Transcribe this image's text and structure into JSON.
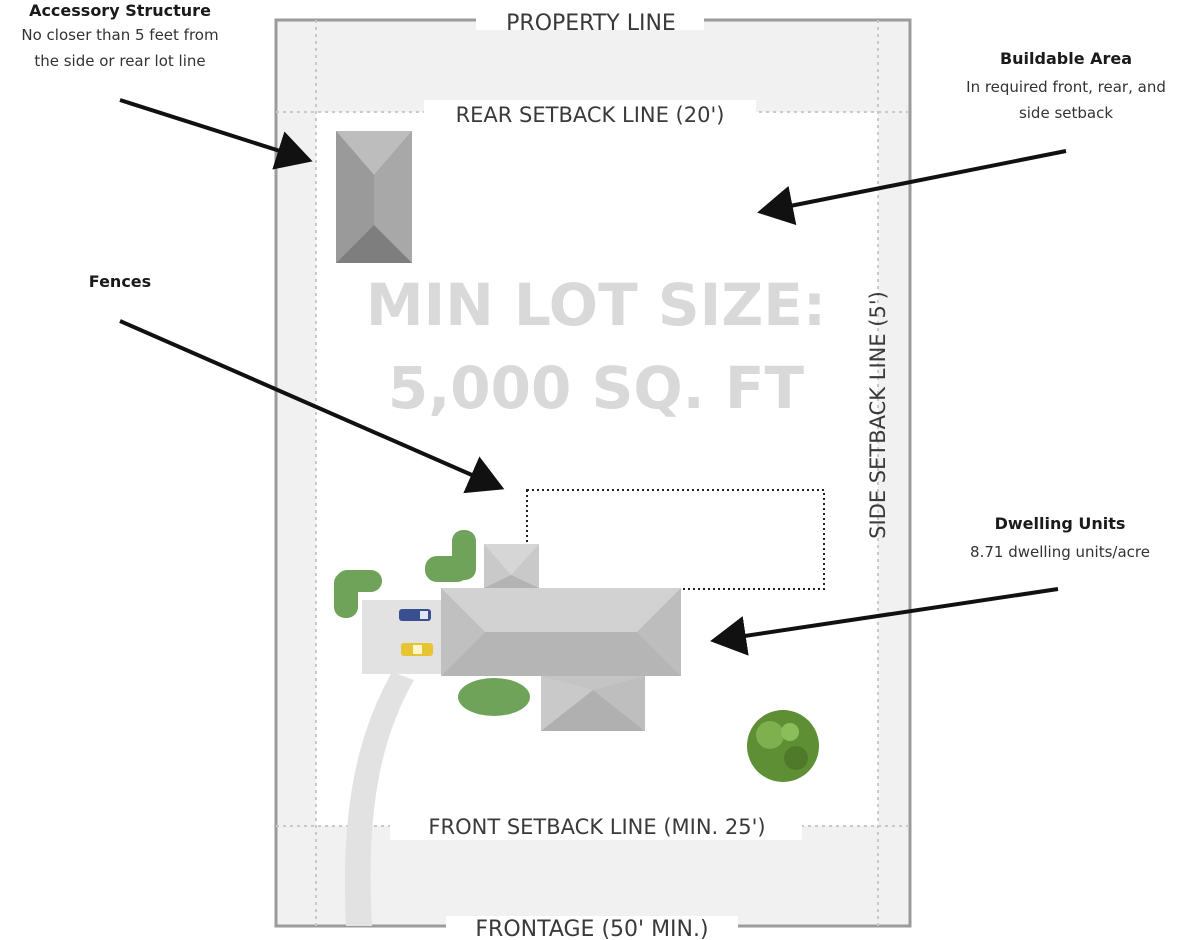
{
  "lot": {
    "property_line_label": "PROPERTY LINE",
    "rear_setback_label": "REAR SETBACK LINE (20')",
    "side_setback_label": "SIDE SETBACK LINE (5')",
    "front_setback_label": "FRONT SETBACK LINE (MIN. 25')",
    "frontage_label": "FRONTAGE (50' MIN.)",
    "min_lot_size_line1": "MIN LOT SIZE:",
    "min_lot_size_line2": "5,000 SQ. FT"
  },
  "annotations": {
    "accessory": {
      "title": "Accessory Structure",
      "desc_line1": "No closer than 5 feet from",
      "desc_line2": "the side or rear lot line"
    },
    "buildable": {
      "title": "Buildable Area",
      "desc_line1": "In required front, rear, and",
      "desc_line2": "side setback"
    },
    "fences": {
      "title": "Fences"
    },
    "dwelling": {
      "title": "Dwelling Units",
      "desc_line1": "8.71 dwelling units/acre"
    }
  },
  "colors": {
    "setback_fill": "#f1f1f1",
    "buildable_fill": "#ffffff",
    "border": "#9b9b9b",
    "roof_light": "#d2d2d2",
    "roof_mid": "#bdbdbd",
    "roof_dark": "#a8a8a8",
    "shed": "#8f8f8f",
    "hedge": "#6fa35a",
    "tree": "#5f8f34",
    "driveway": "#e2e2e2",
    "car_blue": "#3a4f8f",
    "car_yellow": "#e7c431",
    "arrow": "#111111"
  }
}
